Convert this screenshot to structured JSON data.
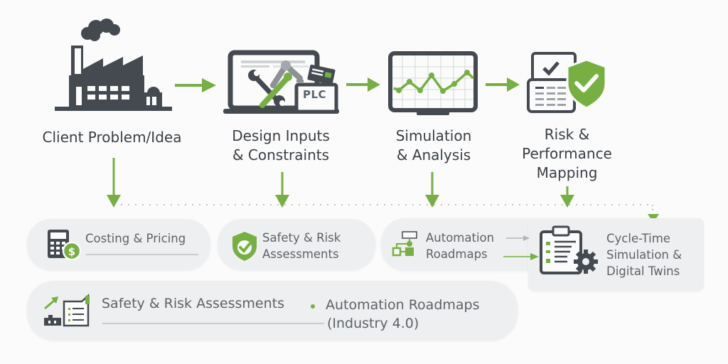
{
  "colors": {
    "accent": "#76b041",
    "icon_dark": "#454a51",
    "text": "#3a3f45",
    "pill_bg": "#eeeff0"
  },
  "stages": [
    {
      "label": "Client Problem/Idea",
      "icon": "factory-icon"
    },
    {
      "label_line1": "Design Inputs",
      "label_line2": "& Constraints",
      "icon": "laptop-design-tools-icon",
      "badge": "PLC"
    },
    {
      "label_line1": "Simulation",
      "label_line2": "& Analysis",
      "icon": "monitor-chart-icon"
    },
    {
      "label_line1": "Risk &",
      "label_line2": "Performance",
      "label_line3": "Mapping",
      "icon": "checklist-shield-icon"
    }
  ],
  "outputs": {
    "costing": {
      "label": "Costing & Pricing",
      "icon": "calculator-dollar-icon"
    },
    "safety": {
      "line1": "Safety & Risk",
      "line2": "Assessments",
      "icon": "shield-check-icon"
    },
    "automation": {
      "line1": "Automation",
      "line2": "Roadmaps",
      "icon": "flowchart-icon"
    },
    "cycle_time": {
      "line1": "Cycle-Time",
      "line2": "Simulation &",
      "line3": "Digital Twins",
      "icon": "clipboard-gear-icon"
    },
    "summary": {
      "item1": "Safety & Risk Assessments",
      "item2_line1": "Automation Roadmaps",
      "item2_line2": "(Industry 4.0)",
      "icon": "growth-report-icon"
    }
  }
}
